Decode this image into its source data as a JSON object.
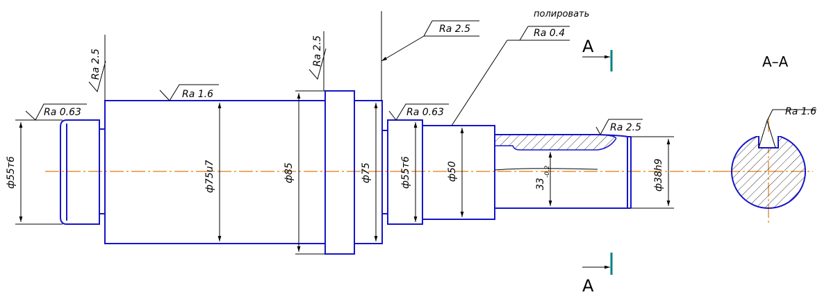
{
  "colors": {
    "outline": "#1414c8",
    "axis": "#e07a10",
    "section_mark": "#008080",
    "annotation": "#000000"
  },
  "drawing": {
    "roughness": {
      "r1": "Ra 2.5",
      "r2": "Ra 1.6",
      "r3": "Ra 0.63",
      "r4": "Ra 2.5",
      "r5": "Ra 2.5",
      "r6": "Ra 0.63",
      "r7": "Ra 0.4",
      "r8": "Ra 2.5",
      "r9": "Ra 1.6"
    },
    "note_polish": "полировать",
    "dimensions": {
      "d1": "ф55т6",
      "d2": "ф75u7",
      "d3": "ф85",
      "d4": "ф75",
      "d5": "ф55т6",
      "d6": "ф50",
      "d7": "33",
      "d7_tol": "-0.2",
      "d8": "ф38h9"
    },
    "section": {
      "letter_top": "A",
      "letter_bottom": "A",
      "title": "A–A"
    }
  }
}
